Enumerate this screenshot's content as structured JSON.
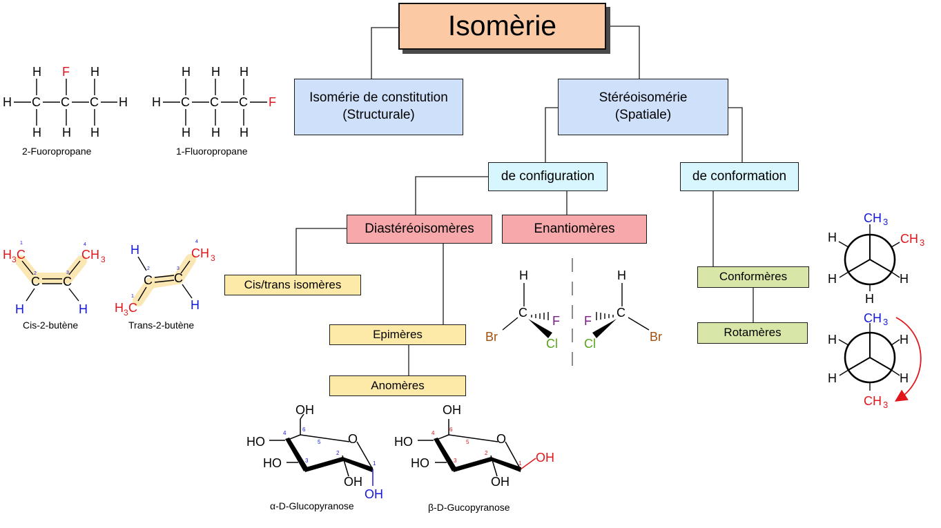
{
  "title": "Isomèrie",
  "nodes": {
    "constitution": [
      "Isomérie de constitution",
      "(Structurale)"
    ],
    "stereo": [
      "Stéréoisomérie",
      "(Spatiale)"
    ],
    "configuration": "de configuration",
    "conformation": "de conformation",
    "diastereo": "Diastéréoisomères",
    "enantio": "Enantiomères",
    "cistrans": "Cis/trans isomères",
    "epimeres": "Epimères",
    "anomeres": "Anomères",
    "conformeres": "Conformères",
    "rotameres": "Rotamères"
  },
  "captions": {
    "fluoro2": "2-Fuoropropane",
    "fluoro1": "1-Fluoropropane",
    "cis": "Cis-2-butène",
    "trans": "Trans-2-butène",
    "alpha": "α-D-Glucopyranose",
    "beta": "β-D-Gucopyranose"
  },
  "atoms": {
    "H": "H",
    "C": "C",
    "F": "F",
    "Cl": "Cl",
    "Br": "Br",
    "CH": "CH",
    "three": "3",
    "OH": "OH",
    "HO": "HO",
    "O": "O",
    "n1": "1",
    "n2": "2",
    "n3": "3",
    "n4": "4",
    "n5": "5",
    "n6": "6"
  },
  "colors": {
    "title_fill": "#fbc9a4",
    "stereo_fill": "#cfe0fb",
    "configuration_fill": "#d8f6fd",
    "diastereo_fill": "#f7a8ab",
    "cistrans_fill": "#fde9a8",
    "conformeres_fill": "#d8e6a7",
    "red": "#e0161b",
    "blue": "#1418d8",
    "purple": "#7a1b86",
    "green": "#56a51b",
    "brown": "#a14f0d"
  }
}
